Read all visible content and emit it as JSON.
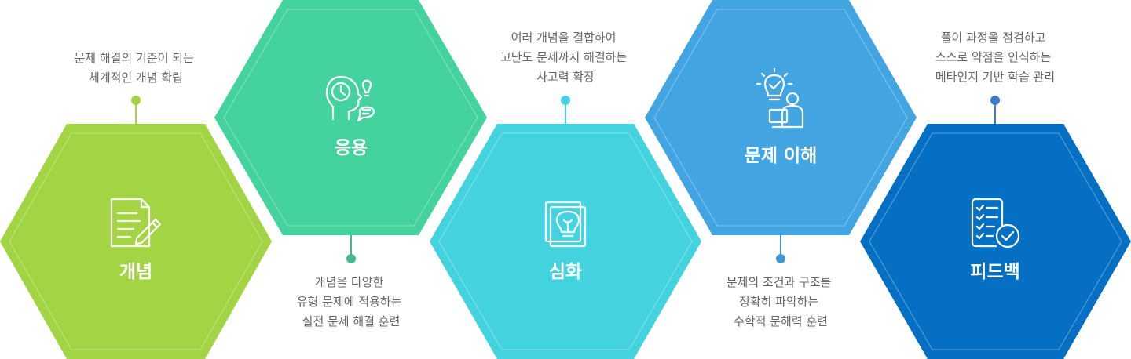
{
  "steps": [
    {
      "title": "개념",
      "color": "#a2d444",
      "icon": "document-pencil-icon",
      "description": [
        "문제 해결의 기준이 되는",
        "체계적인 개념 확립"
      ]
    },
    {
      "title": "응용",
      "color": "#44d39f",
      "icon": "brain-idea-icon",
      "description": [
        "개념을 다양한",
        "유형 문제에 적용하는",
        "실전 문제 해결 훈련"
      ]
    },
    {
      "title": "심화",
      "color": "#42d3df",
      "icon": "lightbulb-cards-icon",
      "description": [
        "여러 개념을 결합하여",
        "고난도 문제까지 해결하는",
        "사고력 확장"
      ]
    },
    {
      "title": "문제 이해",
      "color": "#42a5e1",
      "icon": "person-idea-icon",
      "description": [
        "문제의 조건과 구조를",
        "정확히 파악하는",
        "수학적 문해력 훈련"
      ]
    },
    {
      "title": "피드백",
      "color": "#0570c3",
      "icon": "checklist-check-icon",
      "description": [
        "풀이 과정을 점검하고",
        "스스로 약점을 인식하는",
        "메타인지 기반 학습 관리"
      ]
    }
  ],
  "colors": {
    "connector_1": "#a2d444",
    "connector_2": "#44b98e",
    "connector_3": "#42d3df",
    "connector_4": "#3f96d0",
    "connector_5": "#3b7ad0",
    "description_text": "#666666"
  }
}
